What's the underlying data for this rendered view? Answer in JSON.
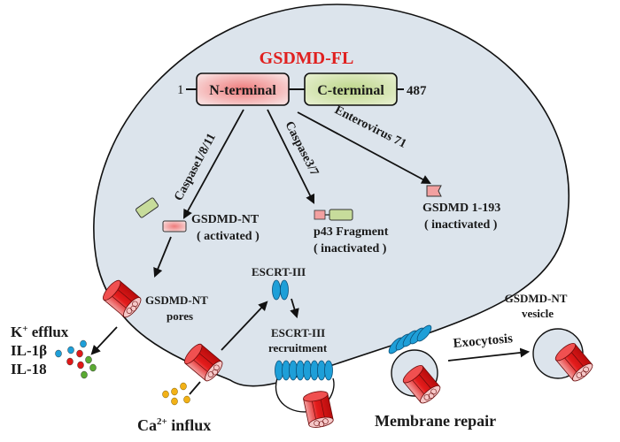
{
  "title": "GSDMD-FL",
  "colors": {
    "title": "#e0201f",
    "cell_fill": "#dce4ec",
    "n_terminal": "#f08c8c",
    "c_terminal": "#c7dc9b",
    "escrt": "#1e9fd8",
    "pore": "#e01818",
    "ca": "#f2b116",
    "k_blue": "#1e9fd8",
    "il1b_red": "#e01818",
    "il18_green": "#5aaa32"
  },
  "protein": {
    "start": "1",
    "end": "487",
    "n_label": "N-terminal",
    "c_label": "C-terminal"
  },
  "cleavage": {
    "caspase1811": "Caspase1/8/11",
    "caspase37": "Caspase3/7",
    "ev71": "Enterovirus 71"
  },
  "products": {
    "nt_label": "GSDMD-NT",
    "nt_state": "( activated )",
    "p43_label": "p43 Fragment",
    "p43_state": "( inactivated )",
    "f193_label": "GSDMD 1-193",
    "f193_state": "( inactivated )"
  },
  "pores": {
    "label1": "GSDMD-NT",
    "label2": "pores"
  },
  "release": {
    "k": "K",
    "k_sup": "+",
    "k_tail": " efflux",
    "il1b": "IL-1β",
    "il18": "IL-18"
  },
  "calcium": {
    "ca": "Ca",
    "ca_sup": "2+",
    "ca_tail": " influx"
  },
  "escrt": {
    "label": "ESCRT-III",
    "rec1": "ESCRT-III",
    "rec2": "recruitment"
  },
  "repair": {
    "label": "Membrane repair",
    "exo": "Exocytosis",
    "ves1": "GSDMD-NT",
    "ves2": "vesicle"
  }
}
